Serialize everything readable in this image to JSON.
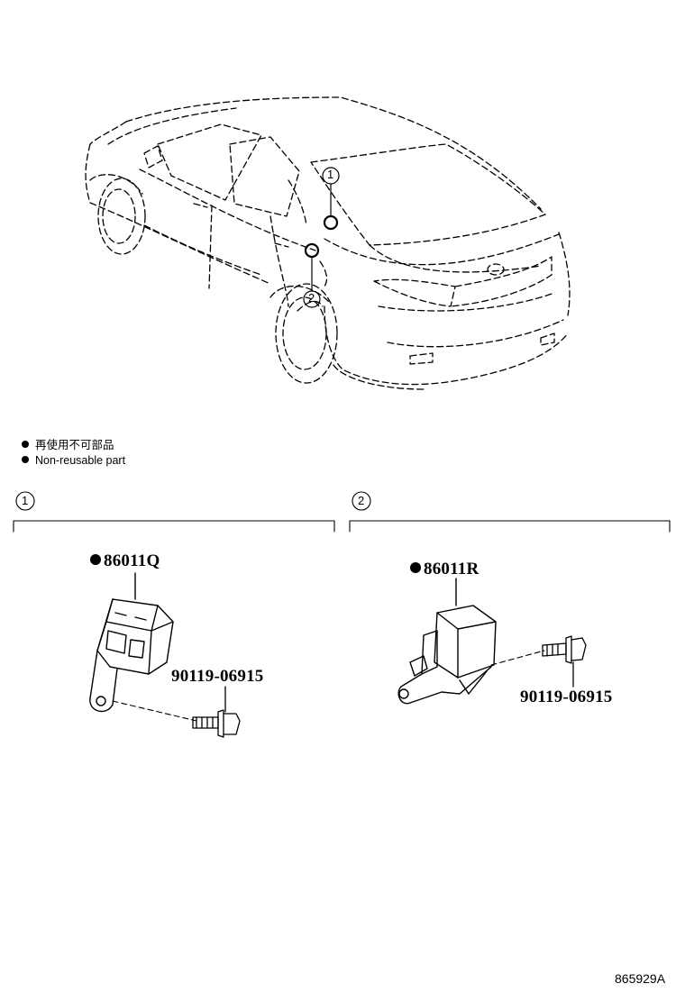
{
  "legend": {
    "line_ja": "再使用不可部品",
    "line_en": "Non-reusable part"
  },
  "callouts": {
    "one": "1",
    "two": "2"
  },
  "section_1": {
    "label": "1",
    "part_number": "86011Q",
    "part_non_reusable": true,
    "bolt_number": "90119-06915"
  },
  "section_2": {
    "label": "2",
    "part_number": "86011R",
    "part_non_reusable": true,
    "bolt_number": "90119-06915"
  },
  "diagram_ref": "865929A"
}
